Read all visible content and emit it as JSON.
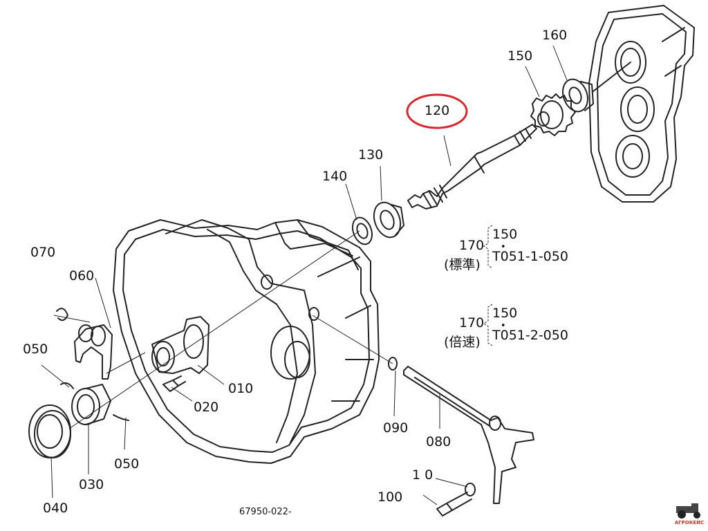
{
  "callouts": {
    "p120": "120",
    "p130": "130",
    "p140": "140",
    "p150": "150",
    "p160": "160",
    "p070": "070",
    "p060": "060",
    "p050a": "050",
    "p050b": "050",
    "p010": "010",
    "p020": "020",
    "p030": "030",
    "p040": "040",
    "p090": "090",
    "p080": "080",
    "p10": "1 0",
    "p100": "100"
  },
  "notes": {
    "std": {
      "num": "170",
      "top": "150",
      "dot": "•",
      "code": "T051-1-050",
      "kind": "(標準)"
    },
    "dbl": {
      "num": "170",
      "top": "150",
      "dot": "•",
      "code": "T051-2-050",
      "kind": "(倍速)"
    }
  },
  "drawing_code": "67950-022-",
  "watermark": "АГРОКЕЙС",
  "highlight_color": "#d8262e"
}
